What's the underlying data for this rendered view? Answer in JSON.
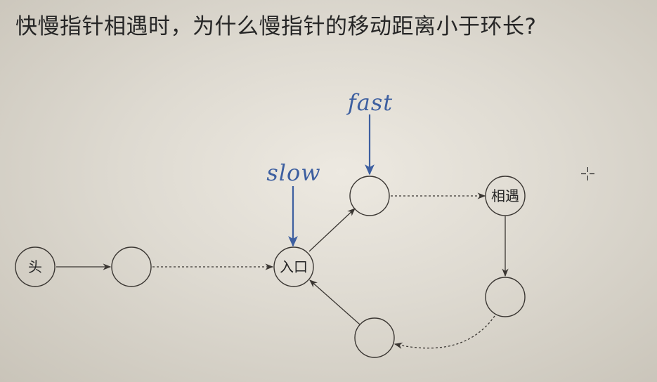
{
  "title": "快慢指针相遇时，为什么慢指针的移动距离小于环长?",
  "nodes": [
    {
      "id": "head",
      "label": "头"
    },
    {
      "id": "n1",
      "label": ""
    },
    {
      "id": "entry",
      "label": "入口"
    },
    {
      "id": "n3",
      "label": ""
    },
    {
      "id": "meet",
      "label": "相遇"
    },
    {
      "id": "n5",
      "label": ""
    },
    {
      "id": "n6",
      "label": ""
    }
  ],
  "pointers": {
    "slow": {
      "label": "slow",
      "target": "entry"
    },
    "fast": {
      "label": "fast",
      "target": "n3"
    }
  },
  "colors": {
    "pointer": "#3d5fa0",
    "edge": "#3a3632",
    "text": "#262626"
  }
}
